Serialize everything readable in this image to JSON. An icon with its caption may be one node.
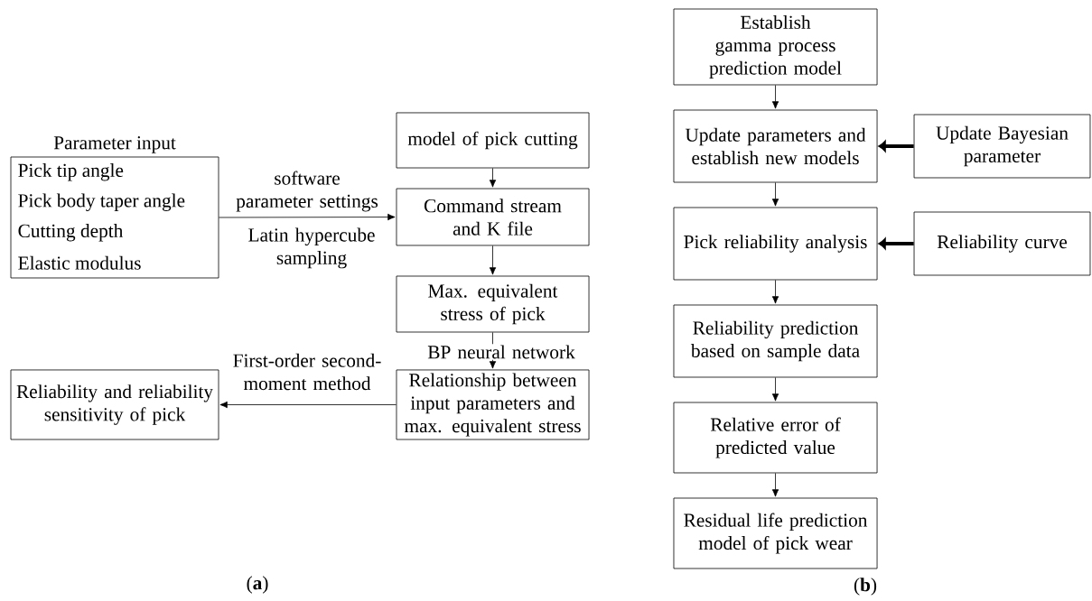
{
  "diagram": {
    "nodes": [
      {
        "text": [
          "Parameter input",
          "Pick tip angle",
          "Pick body taper angle",
          "Cutting depth",
          "Elastic modulus"
        ]
      },
      {
        "text": [
          "model of pick cutting"
        ]
      },
      {
        "text": [
          "Command stream and K file"
        ]
      },
      {
        "text": [
          "Max. equivalent stress of pick"
        ]
      },
      {
        "text": [
          "Relationship between input parameters and max. equivalent stress"
        ]
      },
      {
        "text": [
          "Reliability and reliability sensitivity of pick"
        ]
      },
      {
        "text": [
          "Establish gamma process prediction model"
        ]
      },
      {
        "text": [
          "Update parameters and establish new models"
        ]
      },
      {
        "text": [
          "Update Bayesian parameter"
        ]
      },
      {
        "text": [
          "Pick reliability analysis"
        ]
      },
      {
        "text": [
          "Reliability curve"
        ]
      },
      {
        "text": [
          "Reliability prediction based on sample data"
        ]
      },
      {
        "text": [
          "Relative error of predicted value"
        ]
      },
      {
        "text": [
          "Residual life prediction model of pick wear"
        ]
      }
    ],
    "edges": [
      {
        "from": 0,
        "to": 2,
        "arrow": "to",
        "label": "software parameter settings"
      },
      {
        "from": 1,
        "to": 2,
        "arrow": "to"
      },
      {
        "from": 2,
        "to": 3,
        "arrow": "to"
      },
      {
        "from": 3,
        "to": 4,
        "arrow": "to",
        "label": "BP neural network"
      },
      {
        "from": 4,
        "to": 5,
        "arrow": "to",
        "label": "First-order second-moment method"
      },
      {
        "from": 6,
        "to": 7,
        "arrow": "to"
      },
      {
        "from": 8,
        "to": 7,
        "arrow": "to",
        "style": "thick"
      },
      {
        "from": 7,
        "to": 9,
        "arrow": "to"
      },
      {
        "from": 10,
        "to": 9,
        "arrow": "to",
        "style": "thick"
      },
      {
        "from": 9,
        "to": 11,
        "arrow": "to"
      },
      {
        "from": 11,
        "to": 12,
        "arrow": "to"
      },
      {
        "from": 12,
        "to": 13,
        "arrow": "to"
      }
    ],
    "labels": [
      "Latin hypercube sampling",
      "(**a**)",
      "(**b**)"
    ]
  }
}
